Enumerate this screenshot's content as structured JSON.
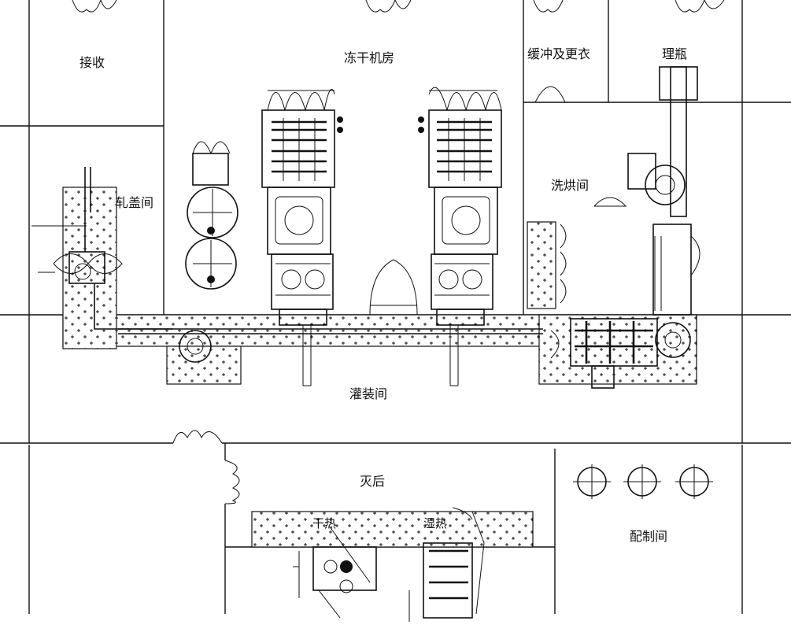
{
  "rooms": {
    "receiving": "接收",
    "lyophilizer_room": "冻干机房",
    "buffer_changing": "缓冲及更衣",
    "bottle_sorting": "理瓶",
    "capping_room": "轧盖间",
    "wash_dry_room": "洗烘间",
    "filling_room": "灌装间",
    "post_sterilization": "灭后",
    "dry_heat": "干热",
    "moist_heat": "湿热",
    "preparation_room": "配制间"
  },
  "colors": {
    "line": "#111111",
    "background": "#ffffff"
  }
}
